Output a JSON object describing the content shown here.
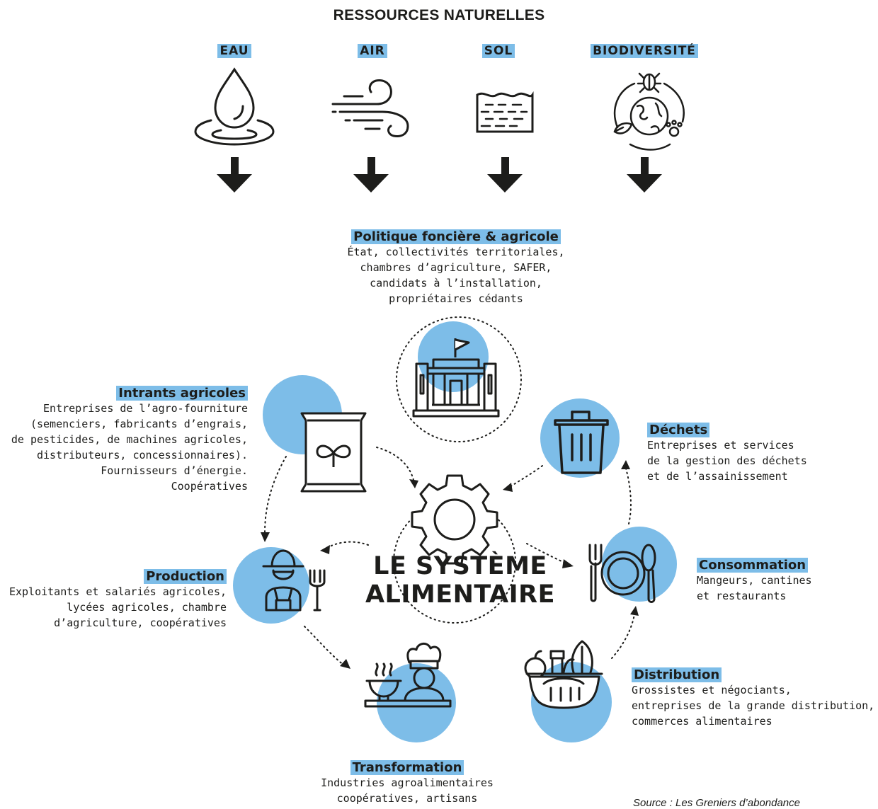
{
  "title": "RESSOURCES NATURELLES",
  "resources": [
    {
      "label": "EAU",
      "icon": "water-drop-icon"
    },
    {
      "label": "AIR",
      "icon": "wind-icon"
    },
    {
      "label": "SOL",
      "icon": "soil-icon"
    },
    {
      "label": "BIODIVERSITÉ",
      "icon": "biodiversity-icon"
    }
  ],
  "center": {
    "line1": "LE SYSTÈME",
    "line2": "ALIMENTAIRE",
    "icon": "gear-icon"
  },
  "actors": {
    "politique": {
      "heading": "Politique foncière & agricole",
      "text": "État, collectivités territoriales,\nchambres d’agriculture, SAFER,\ncandidats à l’installation,\npropriétaires cédants",
      "icon": "government-building-icon"
    },
    "intrants": {
      "heading": "Intrants agricoles",
      "text": "Entreprises de l’agro-fourniture\n(semenciers, fabricants d’engrais,\nde pesticides, de machines agricoles,\ndistributeurs, concessionnaires).\nFournisseurs d’énergie.\nCoopératives",
      "icon": "seed-bag-icon"
    },
    "dechets": {
      "heading": "Déchets",
      "text": "Entreprises et services\nde la gestion des déchets\net de l’assainissement",
      "icon": "trash-bin-icon"
    },
    "production": {
      "heading": "Production",
      "text": "Exploitants et salariés agricoles,\nlycées agricoles, chambre\nd’agriculture, coopératives",
      "icon": "farmer-icon"
    },
    "consommation": {
      "heading": "Consommation",
      "text": "Mangeurs, cantines\net restaurants",
      "icon": "plate-cutlery-icon"
    },
    "distribution": {
      "heading": "Distribution",
      "text": "Grossistes et négociants,\nentreprises de la grande distribution,\ncommerces alimentaires",
      "icon": "food-basket-icon"
    },
    "transformation": {
      "heading": "Transformation",
      "text": "Industries agroalimentaires\ncoopératives, artisans",
      "icon": "chef-icon"
    }
  },
  "source": "Source : Les Greniers d’abondance",
  "colors": {
    "accent": "#7dbde8",
    "ink": "#1d1d1b"
  }
}
